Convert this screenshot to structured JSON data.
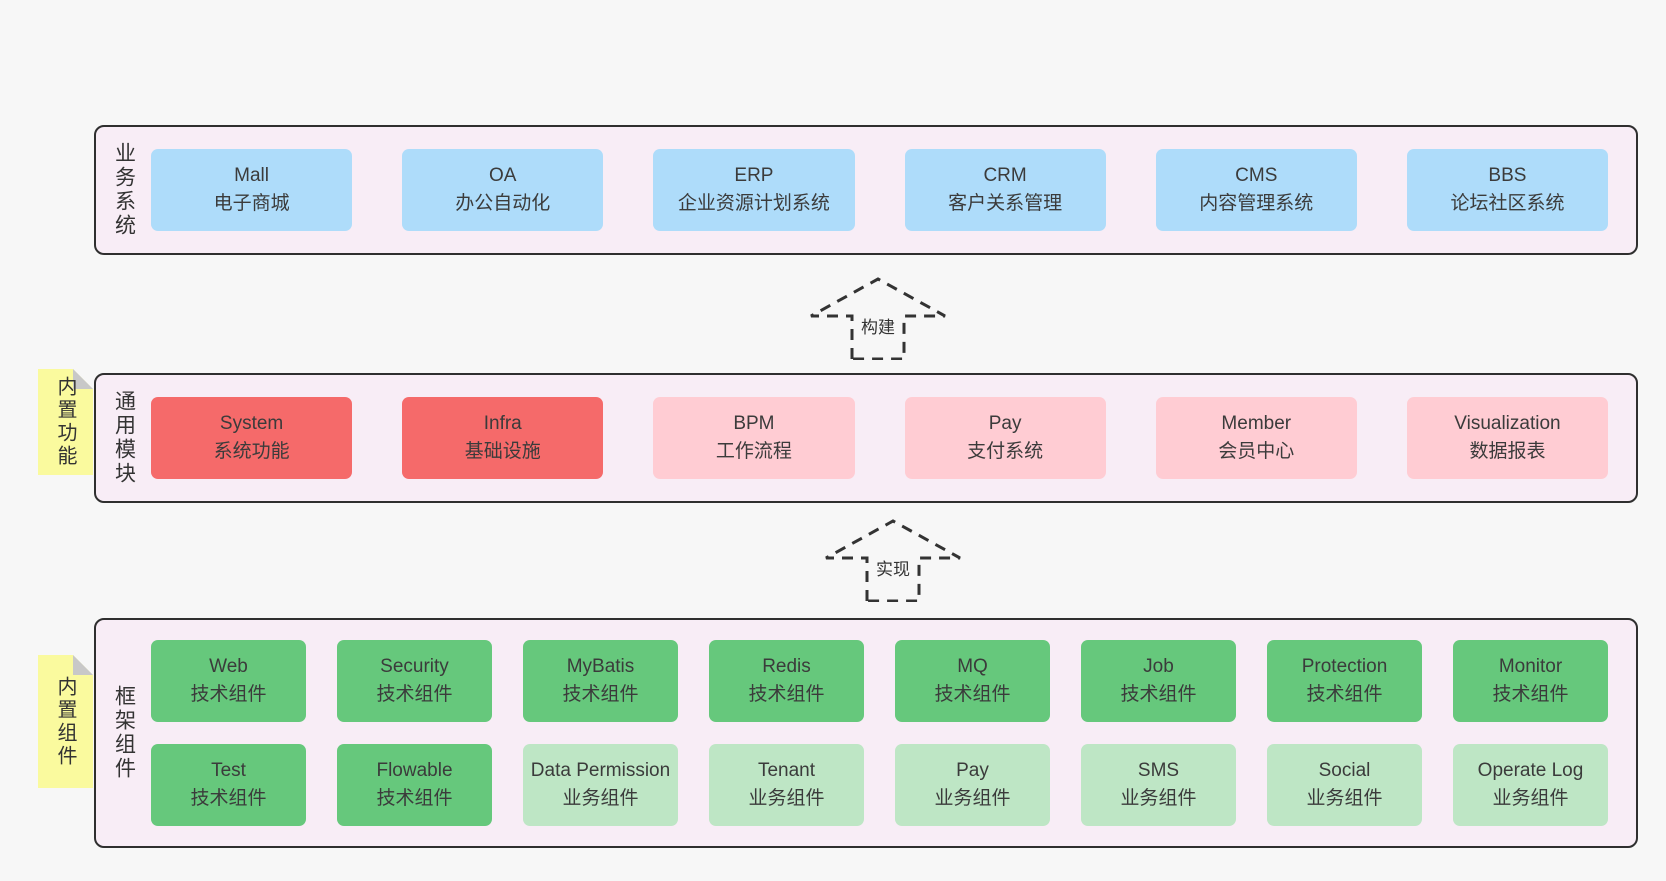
{
  "page": {
    "background": "#f7f7f7"
  },
  "colors": {
    "section_background": "#f8edf6",
    "section_border": "#2f2f2f",
    "blue_box": "#aedcfa",
    "red_box": "#f56a6a",
    "pink_box": "#ffccd3",
    "green_box": "#66c87c",
    "light_green_box": "#bee6c5",
    "sticky_yellow": "#fafa9e",
    "sticky_fold": "#c8c8c8",
    "text": "#3b3b3b"
  },
  "business_section": {
    "label": "业务系统",
    "boxes": [
      {
        "title": "Mall",
        "subtitle": "电子商城",
        "variant": "blue"
      },
      {
        "title": "OA",
        "subtitle": "办公自动化",
        "variant": "blue"
      },
      {
        "title": "ERP",
        "subtitle": "企业资源计划系统",
        "variant": "blue"
      },
      {
        "title": "CRM",
        "subtitle": "客户关系管理",
        "variant": "blue"
      },
      {
        "title": "CMS",
        "subtitle": "内容管理系统",
        "variant": "blue"
      },
      {
        "title": "BBS",
        "subtitle": "论坛社区系统",
        "variant": "blue"
      }
    ]
  },
  "build_arrow": {
    "label": "构建"
  },
  "module_section": {
    "label": "通用模块",
    "sticky": "内置功能",
    "boxes": [
      {
        "title": "System",
        "subtitle": "系统功能",
        "variant": "red"
      },
      {
        "title": "Infra",
        "subtitle": "基础设施",
        "variant": "red"
      },
      {
        "title": "BPM",
        "subtitle": "工作流程",
        "variant": "pink"
      },
      {
        "title": "Pay",
        "subtitle": "支付系统",
        "variant": "pink"
      },
      {
        "title": "Member",
        "subtitle": "会员中心",
        "variant": "pink"
      },
      {
        "title": "Visualization",
        "subtitle": "数据报表",
        "variant": "pink"
      }
    ]
  },
  "implement_arrow": {
    "label": "实现"
  },
  "framework_section": {
    "label": "框架组件",
    "sticky": "内置组件",
    "row1": [
      {
        "title": "Web",
        "subtitle": "技术组件",
        "variant": "green"
      },
      {
        "title": "Security",
        "subtitle": "技术组件",
        "variant": "green"
      },
      {
        "title": "MyBatis",
        "subtitle": "技术组件",
        "variant": "green"
      },
      {
        "title": "Redis",
        "subtitle": "技术组件",
        "variant": "green"
      },
      {
        "title": "MQ",
        "subtitle": "技术组件",
        "variant": "green"
      },
      {
        "title": "Job",
        "subtitle": "技术组件",
        "variant": "green"
      },
      {
        "title": "Protection",
        "subtitle": "技术组件",
        "variant": "green"
      },
      {
        "title": "Monitor",
        "subtitle": "技术组件",
        "variant": "green"
      }
    ],
    "row2": [
      {
        "title": "Test",
        "subtitle": "技术组件",
        "variant": "green"
      },
      {
        "title": "Flowable",
        "subtitle": "技术组件",
        "variant": "green"
      },
      {
        "title": "Data Permission",
        "subtitle": "业务组件",
        "variant": "light-green"
      },
      {
        "title": "Tenant",
        "subtitle": "业务组件",
        "variant": "light-green"
      },
      {
        "title": "Pay",
        "subtitle": "业务组件",
        "variant": "light-green"
      },
      {
        "title": "SMS",
        "subtitle": "业务组件",
        "variant": "light-green"
      },
      {
        "title": "Social",
        "subtitle": "业务组件",
        "variant": "light-green"
      },
      {
        "title": "Operate Log",
        "subtitle": "业务组件",
        "variant": "light-green"
      }
    ]
  }
}
